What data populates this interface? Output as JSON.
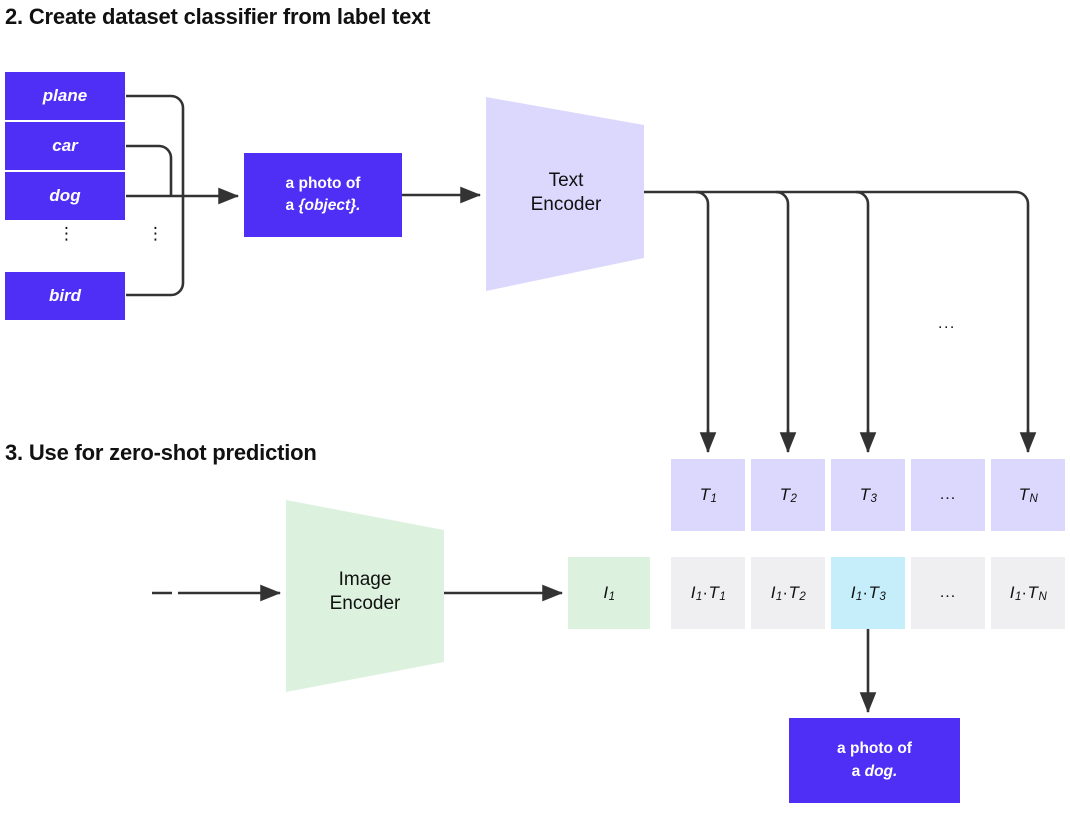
{
  "figure": {
    "title": "CLIP zero-shot classification pipeline",
    "sections": [
      {
        "id": "section-2",
        "heading": "2. Create dataset classifier from label text"
      },
      {
        "id": "section-3",
        "heading": "3. Use for zero-shot prediction"
      }
    ]
  },
  "colors": {
    "blue": "#4F2FF5",
    "lavender": "#DCD7FC",
    "green": "#DCF2DF",
    "gray": "#EFEFF1",
    "cyan_highlight": "#C5EEFA",
    "line": "#333333",
    "text": "#111111",
    "white": "#FFFFFF"
  },
  "labels": {
    "items": [
      {
        "text": "plane"
      },
      {
        "text": "car"
      },
      {
        "text": "dog"
      },
      {
        "text": "bird"
      }
    ],
    "ellipsis": "⋮"
  },
  "prompts": {
    "template": {
      "line1": "a photo of",
      "line2_prefix": "a ",
      "line2_slot": "{object}."
    },
    "result": {
      "line1": "a photo of",
      "line2_prefix": "a ",
      "line2_slot": "dog."
    }
  },
  "encoders": {
    "text": {
      "line1": "Text",
      "line2": "Encoder"
    },
    "image": {
      "line1": "Image",
      "line2": "Encoder"
    }
  },
  "text_embeddings": {
    "cells": [
      {
        "base": "T",
        "sub": "1"
      },
      {
        "base": "T",
        "sub": "2"
      },
      {
        "base": "T",
        "sub": "3"
      },
      {
        "base": "",
        "sub": "",
        "dots": "..."
      },
      {
        "base": "T",
        "sub": "N"
      }
    ]
  },
  "image_embedding": {
    "base": "I",
    "sub": "1"
  },
  "similarities": {
    "cells": [
      {
        "left": "I",
        "left_sub": "1",
        "op": "·",
        "right": "T",
        "right_sub": "1",
        "highlight": false
      },
      {
        "left": "I",
        "left_sub": "1",
        "op": "·",
        "right": "T",
        "right_sub": "2",
        "highlight": false
      },
      {
        "left": "I",
        "left_sub": "1",
        "op": "·",
        "right": "T",
        "right_sub": "3",
        "highlight": true
      },
      {
        "dots": "...",
        "highlight": false
      },
      {
        "left": "I",
        "left_sub": "1",
        "op": "·",
        "right": "T",
        "right_sub": "N",
        "highlight": false
      }
    ]
  },
  "annotations": {
    "row_ellipsis": "...",
    "column_ellipsis_left": "⋮",
    "column_ellipsis_right": "⋮"
  }
}
